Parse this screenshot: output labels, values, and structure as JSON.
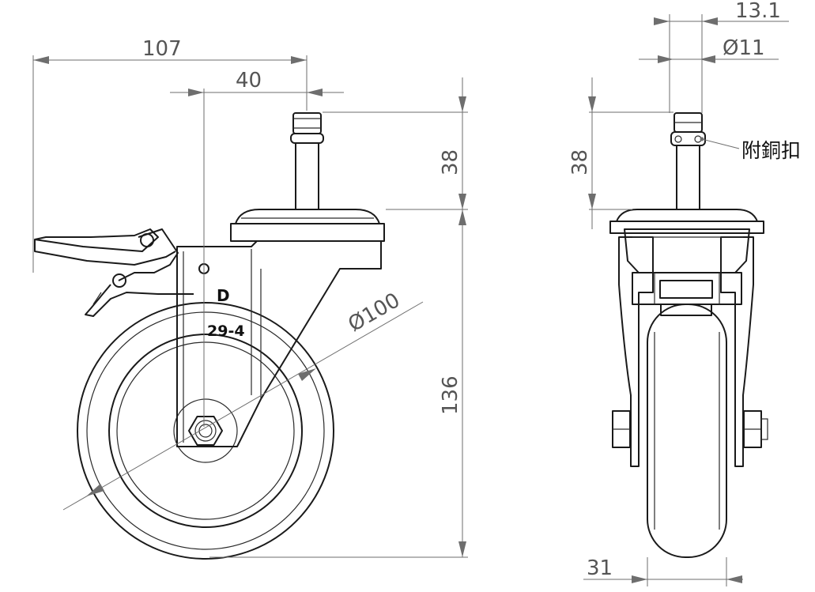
{
  "dimensions": {
    "overall_width": "107",
    "axle_offset": "40",
    "stem_height": "38",
    "total_height": "136",
    "wheel_diameter": "100",
    "side_stem_height": "38",
    "stem_diameter": "11",
    "stem_outer": "13.1",
    "wheel_width": "31"
  },
  "symbols": {
    "diameter": "Ø"
  },
  "markings": {
    "logo": "D",
    "model": "29-4"
  },
  "annotations": {
    "brass_ring": "附銅扣"
  }
}
